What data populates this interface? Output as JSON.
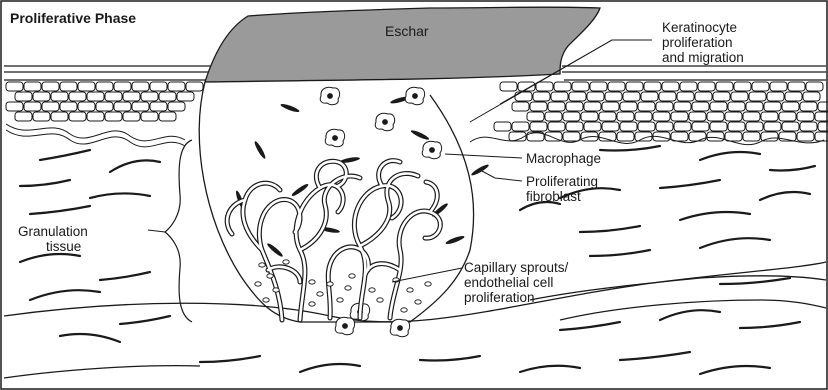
{
  "figure": {
    "title": "Proliferative Phase",
    "labels": {
      "eschar": "Eschar",
      "keratinocyte_line1": "Keratinocyte",
      "keratinocyte_line2": "proliferation",
      "keratinocyte_line3": "and migration",
      "macrophage": "Macrophage",
      "fibroblast_line1": "Proliferating",
      "fibroblast_line2": "fibroblast",
      "granulation_line1": "Granulation",
      "granulation_line2": "tissue",
      "capillary_line1": "Capillary sprouts/",
      "capillary_line2": "endothelial cell",
      "capillary_line3": "proliferation"
    },
    "colors": {
      "eschar_fill": "#9a9a9a",
      "line": "#1a1a1a",
      "background": "#ffffff"
    }
  }
}
